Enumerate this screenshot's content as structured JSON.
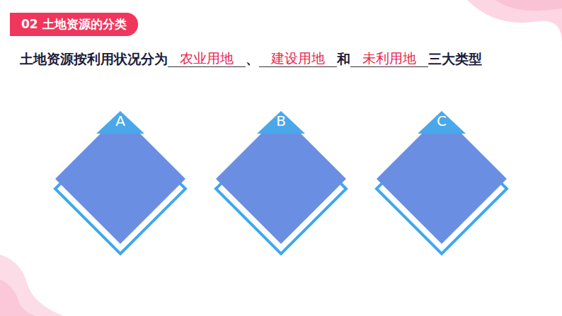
{
  "diagram": {
    "title": "02 土地资源的分类",
    "nodes": [
      {
        "text": [
          "A"
        ]
      },
      {
        "text": [
          "B"
        ]
      },
      {
        "text": [
          "C"
        ]
      }
    ],
    "labels": [
      "土地资源按利用状况分为",
      "农业用地",
      "、",
      "建设用地",
      "和",
      "未利用地",
      "三大类型"
    ]
  }
}
